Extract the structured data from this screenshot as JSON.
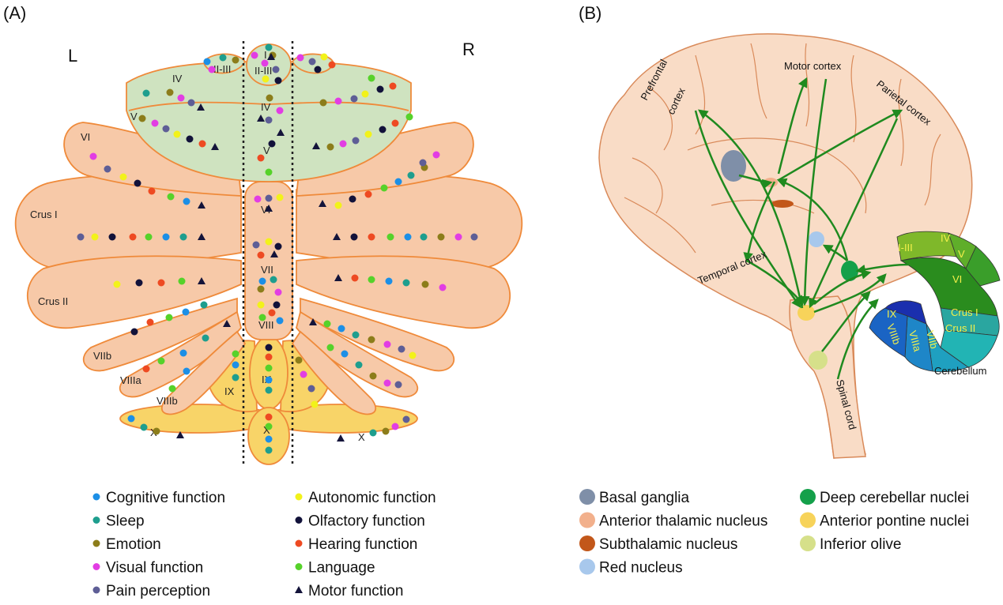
{
  "panels": {
    "a": "(A)",
    "b": "(B)"
  },
  "panel_a": {
    "left_label": "L",
    "right_label": "R",
    "lobules": {
      "i": "I",
      "ii_iii_left": "II-III",
      "ii_iii_mid": "II-III",
      "iv_left": "IV",
      "iv_mid": "IV",
      "v_left": "V",
      "v_mid": "V",
      "vi_left": "VI",
      "vi_mid": "VI",
      "crus_i": "Crus I",
      "crus_ii": "Crus II",
      "vii_mid": "VII",
      "viii_mid": "VIII",
      "viib": "VIIb",
      "viiia": "VIIIa",
      "viiib": "VIIIb",
      "ix_left": "IX",
      "ix_mid": "IX",
      "x_left": "X",
      "x_mid": "X",
      "x_right": "X"
    },
    "legend": [
      {
        "marker": "circle",
        "color": "#1c8fe6",
        "label": "Cognitive function"
      },
      {
        "marker": "circle",
        "color": "#1e9e8e",
        "label": "Sleep"
      },
      {
        "marker": "circle",
        "color": "#8c7d1a",
        "label": "Emotion"
      },
      {
        "marker": "circle",
        "color": "#e23de3",
        "label": "Visual function"
      },
      {
        "marker": "circle",
        "color": "#5e5e96",
        "label": "Pain perception"
      },
      {
        "marker": "circle",
        "color": "#f2f21a",
        "label": "Autonomic function"
      },
      {
        "marker": "circle",
        "color": "#12123a",
        "label": "Olfactory function"
      },
      {
        "marker": "circle",
        "color": "#ee4a22",
        "label": "Hearing function"
      },
      {
        "marker": "circle",
        "color": "#56d22a",
        "label": "Language"
      },
      {
        "marker": "triangle",
        "color": "#14143a",
        "label": "Motor function"
      }
    ]
  },
  "panel_b": {
    "labels": {
      "prefrontal_line1": "Prefrontal",
      "prefrontal_line2": "cortex",
      "motor": "Motor cortex",
      "parietal": "Parietal cortex",
      "temporal": "Temporal cortex",
      "spinal": "Spinal cord",
      "cerebellum": "Cerebellum"
    },
    "cerebellum_lobules": {
      "i_iii": "I-III",
      "iv": "IV",
      "v": "V",
      "vi": "VI",
      "crus_i": "Crus I",
      "crus_ii": "Crus II",
      "viib": "VIIb",
      "viiia": "VIIIa",
      "viiib": "VIIIb",
      "ix": "IX"
    },
    "legend": [
      {
        "color": "#7f8fa8",
        "label": "Basal ganglia"
      },
      {
        "color": "#f2b08c",
        "label": "Anterior thalamic nucleus"
      },
      {
        "color": "#c2571a",
        "label": "Subthalamic nucleus"
      },
      {
        "color": "#a8c8ec",
        "label": "Red nucleus"
      },
      {
        "color": "#14a04a",
        "label": "Deep cerebellar nuclei"
      },
      {
        "color": "#f7d35a",
        "label": "Anterior pontine nuclei"
      },
      {
        "color": "#d6e08a",
        "label": "Inferior olive"
      }
    ]
  }
}
